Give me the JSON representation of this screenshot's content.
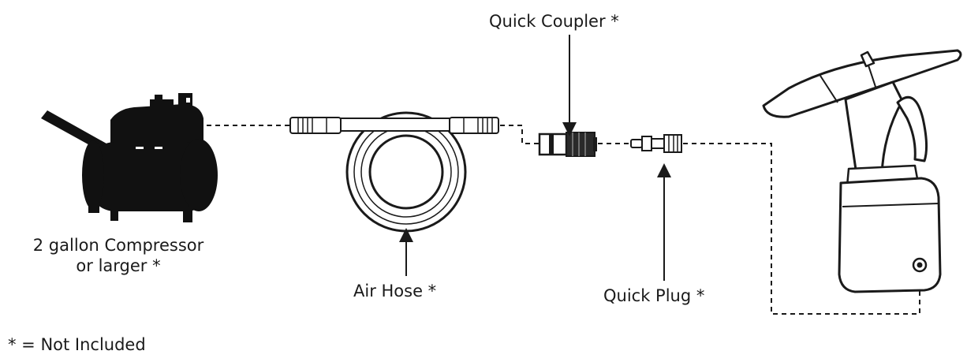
{
  "labels": {
    "compressor_line1": "2 gallon Compressor",
    "compressor_line2": "or larger *",
    "quick_coupler": "Quick Coupler *",
    "air_hose": "Air Hose *",
    "quick_plug": "Quick Plug *",
    "legend": "* = Not Included"
  },
  "colors": {
    "ink": "#1a1a1a",
    "background": "#ffffff"
  },
  "icons": [
    "compressor-icon",
    "air-hose-icon",
    "quick-coupler-icon",
    "quick-plug-icon",
    "rivet-tool-icon"
  ]
}
